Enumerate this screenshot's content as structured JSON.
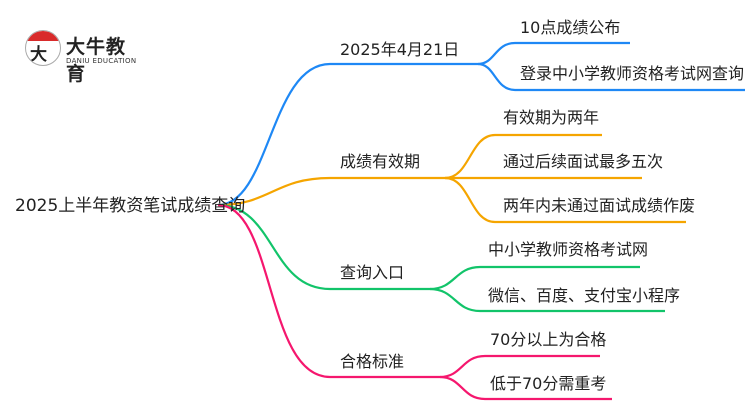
{
  "logo": {
    "glyph": "大牛",
    "name": "大牛教育",
    "english": "DANIU EDUCATION"
  },
  "colors": {
    "blue": "#1e88f5",
    "orange": "#f5a500",
    "green": "#12c46a",
    "pink": "#f5176e"
  },
  "root": "2025上半年教资笔试成绩查询",
  "branches": [
    {
      "label": "2025年4月21日",
      "children": [
        "10点成绩公布",
        "登录中小学教师资格考试网查询"
      ]
    },
    {
      "label": "成绩有效期",
      "children": [
        "有效期为两年",
        "通过后续面试最多五次",
        "两年内未通过面试成绩作废"
      ]
    },
    {
      "label": "查询入口",
      "children": [
        "中小学教师资格考试网",
        "微信、百度、支付宝小程序"
      ]
    },
    {
      "label": "合格标准",
      "children": [
        "70分以上为合格",
        "低于70分需重考"
      ]
    }
  ]
}
